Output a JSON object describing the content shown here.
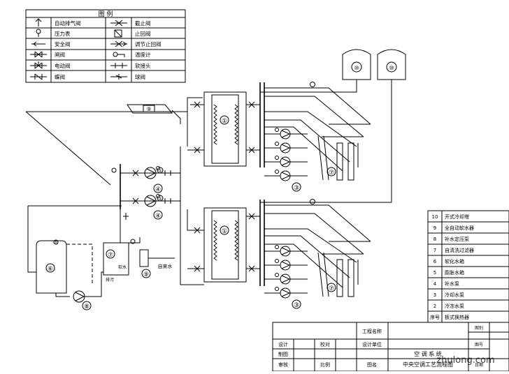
{
  "legend": {
    "title": "图 例",
    "items": [
      {
        "label": "自动排气阀",
        "icon": "air-vent-icon"
      },
      {
        "label": "截止阀",
        "icon": "globe-valve-icon"
      },
      {
        "label": "压力表",
        "icon": "pressure-gauge-icon"
      },
      {
        "label": "止回阀",
        "icon": "check-valve-icon"
      },
      {
        "label": "安全阀",
        "icon": "safety-valve-icon"
      },
      {
        "label": "调节止回阀",
        "icon": "regulating-check-valve-icon"
      },
      {
        "label": "闸阀",
        "icon": "gate-valve-icon"
      },
      {
        "label": "温度计",
        "icon": "thermometer-icon"
      },
      {
        "label": "电动阀",
        "icon": "motorized-valve-icon"
      },
      {
        "label": "软接头",
        "icon": "flexible-joint-icon"
      },
      {
        "label": "蝶阀",
        "icon": "butterfly-valve-icon"
      },
      {
        "label": "球阀",
        "icon": "ball-valve-icon"
      }
    ]
  },
  "markers": {
    "exchanger": "①",
    "pump_hot": "②",
    "pump_cold": "③",
    "pump_make": "④",
    "tank_exp": "⑤",
    "tank_soft": "⑥",
    "filter": "⑦",
    "pump_fill": "⑧",
    "softener": "⑨",
    "tower": "⑩"
  },
  "labels": {
    "tap_water": "自来水",
    "drain": "排污",
    "softened": "软水"
  },
  "equipment_table": {
    "rows": [
      {
        "no": "10",
        "name": "开式冷却塔"
      },
      {
        "no": "9",
        "name": "全自动软水器"
      },
      {
        "no": "8",
        "name": "补水定压泵"
      },
      {
        "no": "7",
        "name": "自清洗过滤器"
      },
      {
        "no": "6",
        "name": "软化水箱"
      },
      {
        "no": "5",
        "name": "膨胀水箱"
      },
      {
        "no": "4",
        "name": "补水泵"
      },
      {
        "no": "3",
        "name": "冷却水泵"
      },
      {
        "no": "2",
        "name": "冷冻水泵"
      },
      {
        "no": "1",
        "name": "板式换热器"
      }
    ],
    "header": "序号"
  },
  "title_block": {
    "project_label": "工程名称",
    "drawing_label": "图名",
    "design_label": "设计",
    "draw_label": "制图",
    "check_label": "校对",
    "review_label": "审核",
    "unit_label": "设计单位",
    "drawing_no_label": "图号",
    "date_label": "日期",
    "scale_label": "比例",
    "sheet_label": "图别",
    "drawing_title": "中央空调工艺流程图",
    "project_name": "空 调 系 统"
  },
  "watermark": "zhulong.com"
}
